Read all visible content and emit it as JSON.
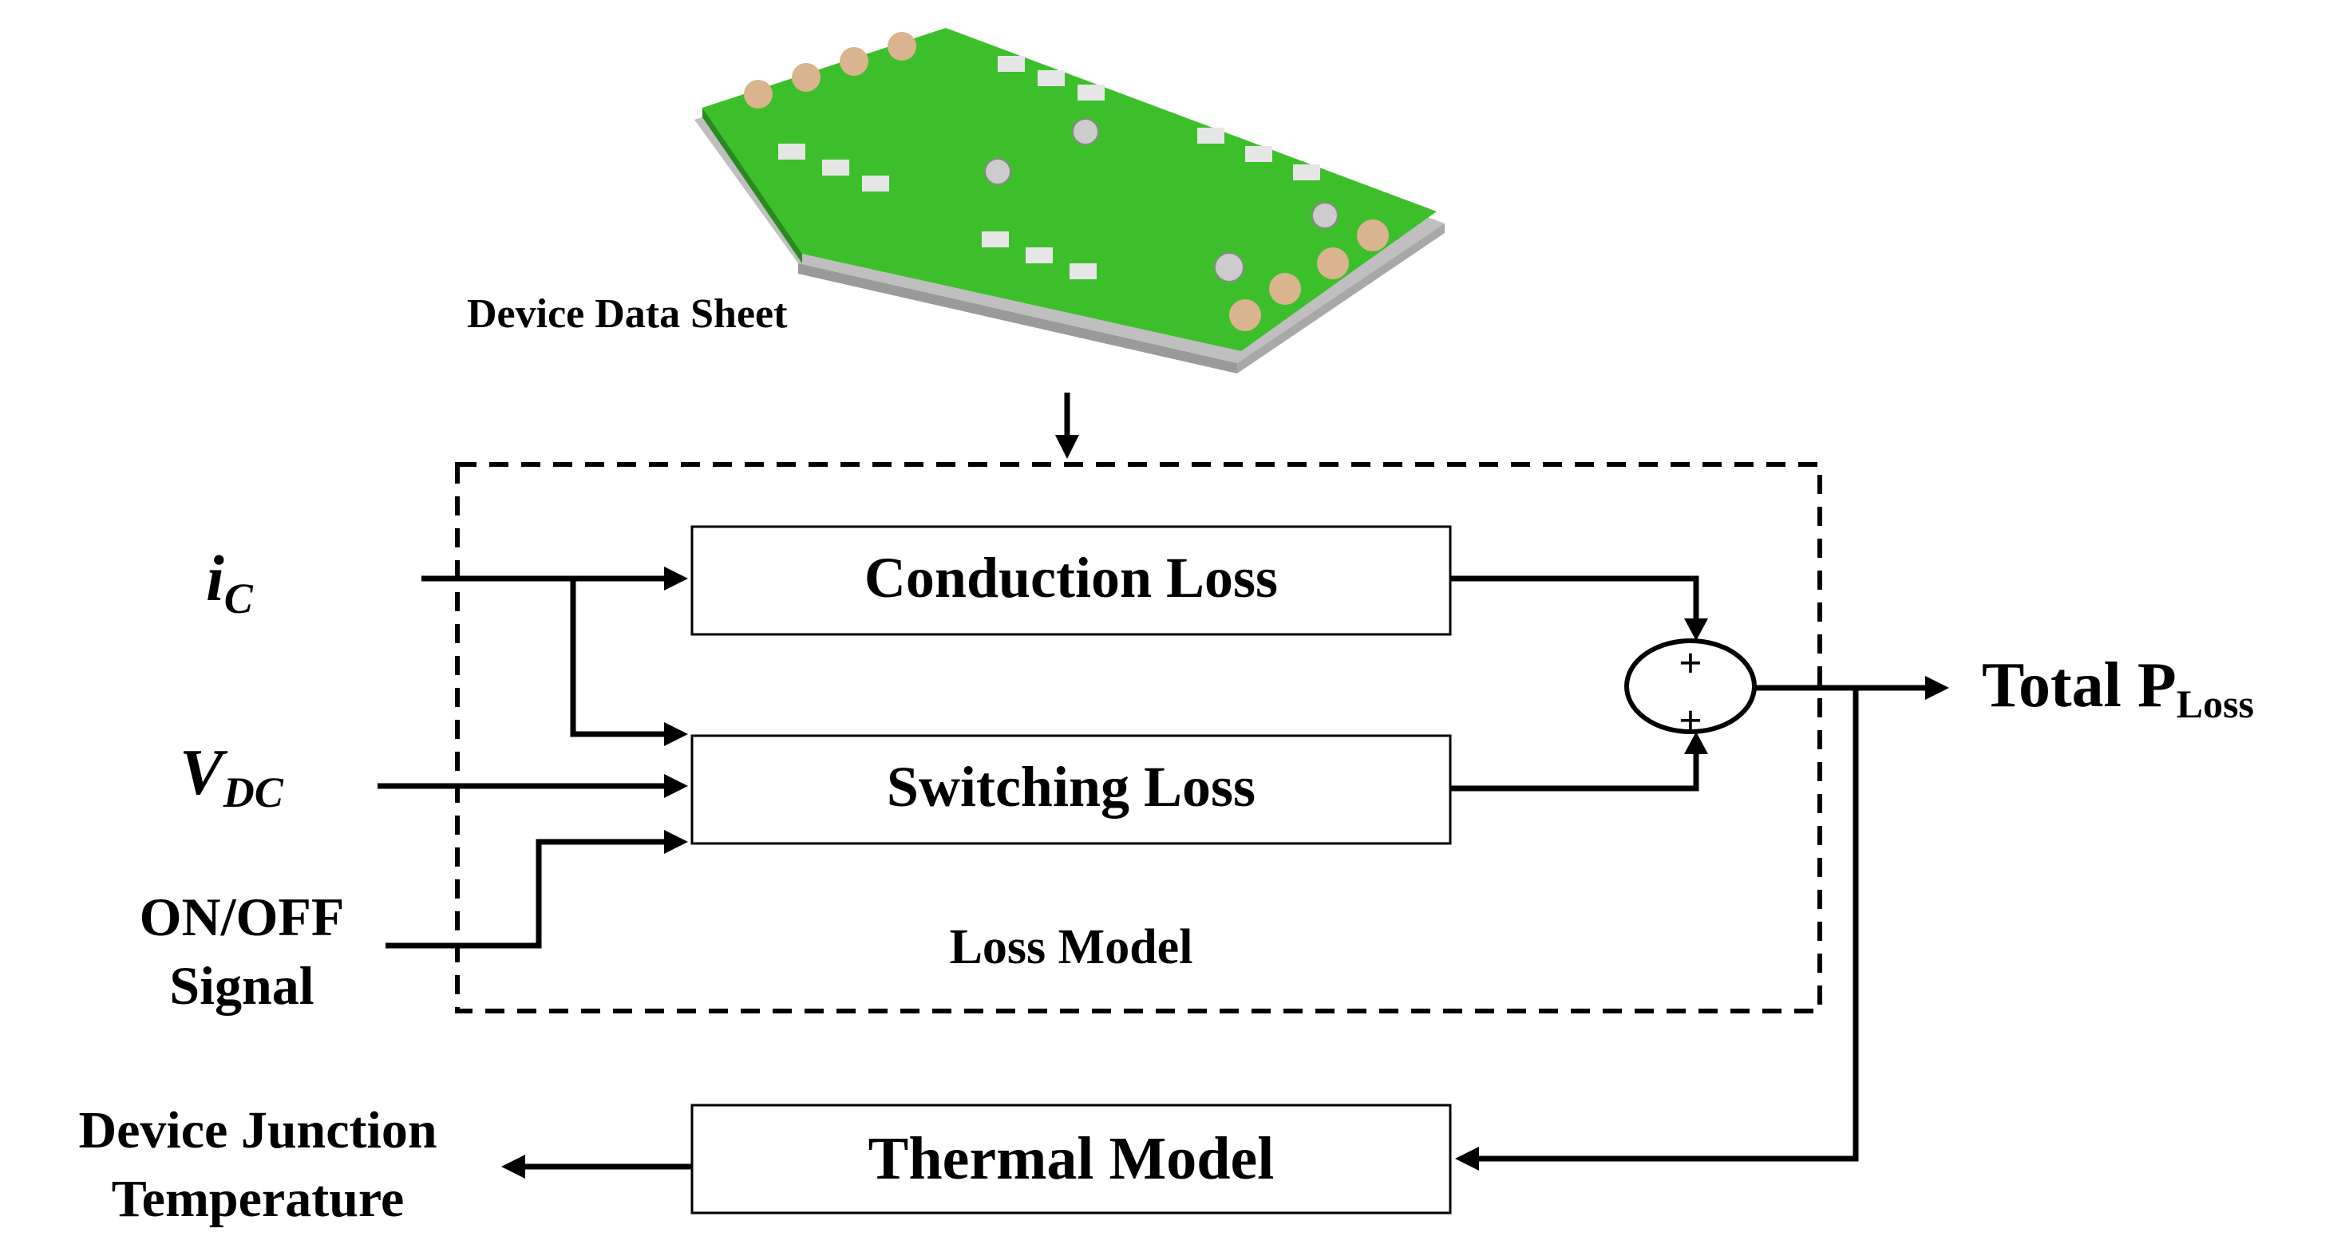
{
  "device": {
    "caption": "Device Data Sheet",
    "image_icon": "power-module-board"
  },
  "loss_model": {
    "label": "Loss Model",
    "blocks": {
      "conduction": "Conduction Loss",
      "switching": "Switching Loss"
    },
    "summer": {
      "top_sign": "+",
      "bottom_sign": "+"
    }
  },
  "inputs": {
    "ic": {
      "main": "i",
      "sub": "C"
    },
    "vdc": {
      "main": "V",
      "sub": "DC"
    },
    "onoff_line1": "ON/OFF",
    "onoff_line2": "Signal"
  },
  "output": {
    "main": "Total P",
    "sub": "Loss"
  },
  "thermal": {
    "block": "Thermal Model",
    "output_line1": "Device Junction",
    "output_line2": "Temperature"
  },
  "colors": {
    "board_green": "#3dbf2c",
    "pad_copper": "#d9b48f",
    "line": "#000000"
  }
}
